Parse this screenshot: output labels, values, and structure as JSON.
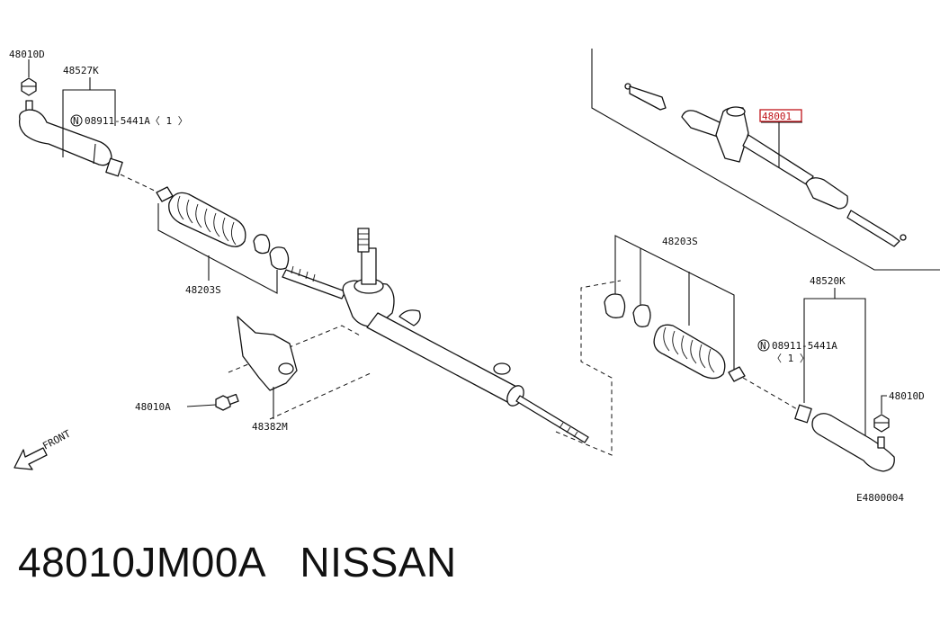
{
  "labels": {
    "tie_rod_end_nut_left": "48010D",
    "tie_rod_end_left": "48527K",
    "nut_spec_left": "08911-5441A〈 1 〉",
    "boot_left": "48203S",
    "bolt": "48010A",
    "bracket": "48382M",
    "front": "FRONT",
    "assembly_number": "48001",
    "boot_right": "48203S",
    "tie_rod_end_right": "48520K",
    "nut_spec_right": "08911-5441A",
    "nut_qty_right": "〈 1 〉",
    "tie_rod_end_nut_right": "48010D",
    "diagram_code": "E4800004",
    "nut_symbol": "N"
  },
  "caption": "48010JM00A   NISSAN",
  "colors": {
    "ink": "#111111",
    "highlight": "#c0141a",
    "background": "#ffffff"
  },
  "icons": {
    "front_arrow": "arrow-down-left-icon",
    "nut_marker": "circled-n-icon"
  }
}
